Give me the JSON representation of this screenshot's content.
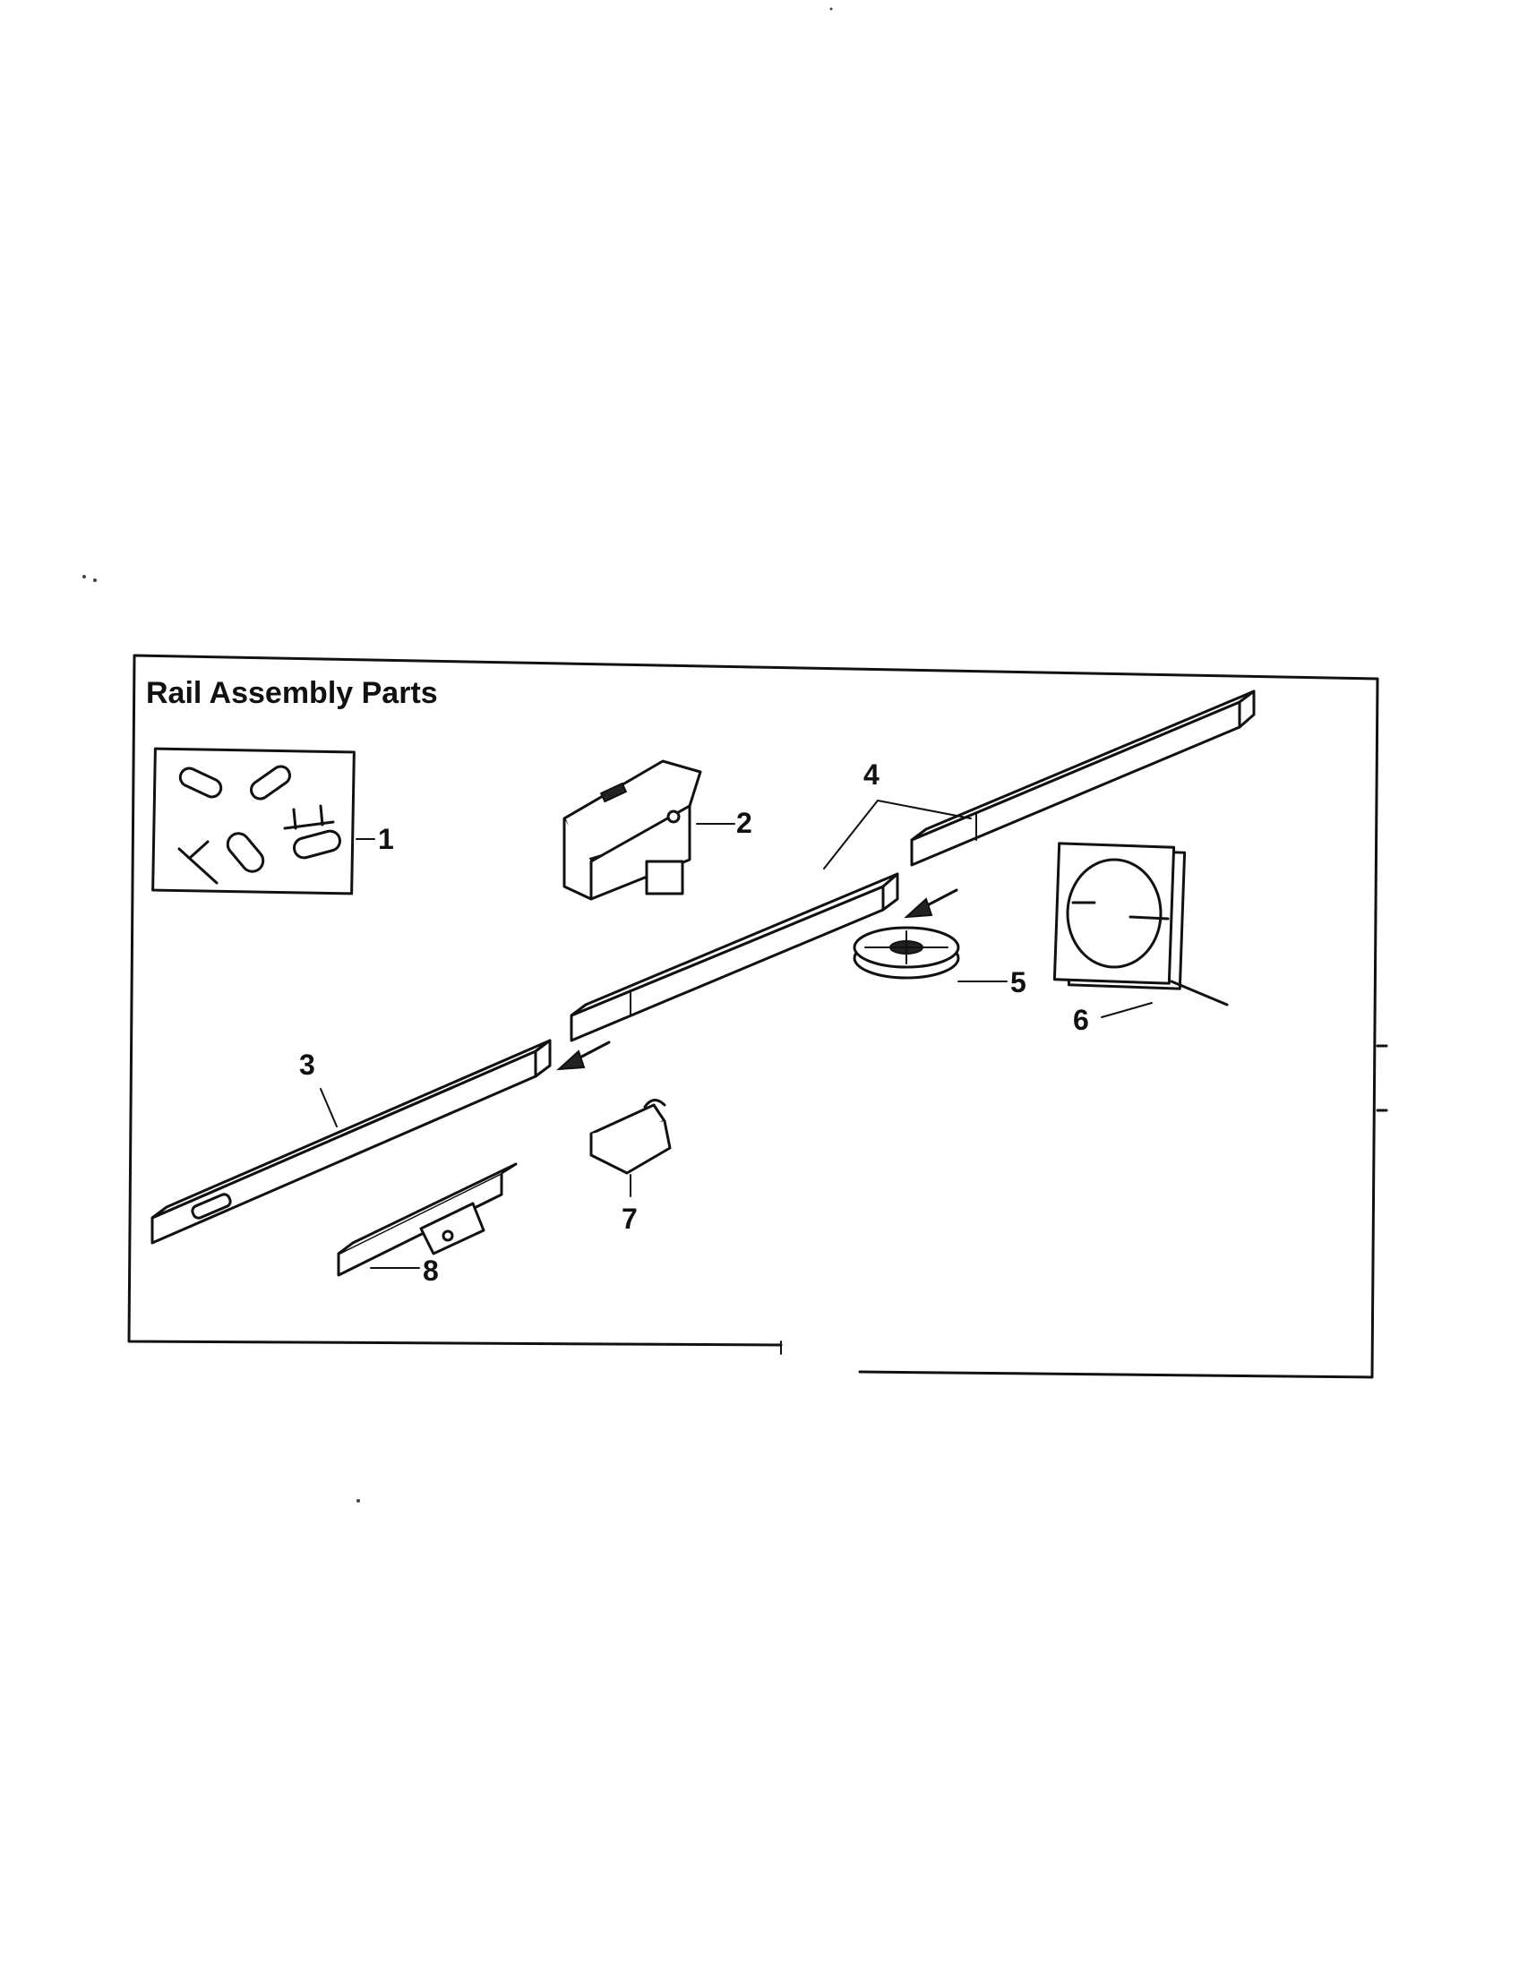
{
  "title": "Rail Assembly Parts",
  "callouts": [
    "1",
    "2",
    "3",
    "4",
    "5",
    "6",
    "7",
    "8"
  ]
}
